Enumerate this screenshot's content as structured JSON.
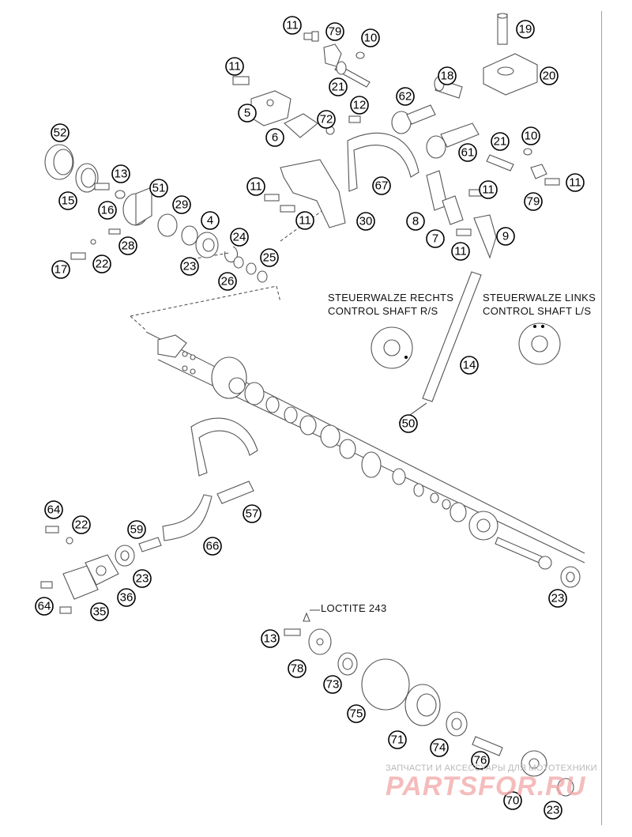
{
  "labels": {
    "loctite": "LOCTITE 243",
    "shaft_right_de": "STEUERWALZE RECHTS",
    "shaft_right_en": "CONTROL SHAFT R/S",
    "shaft_left_de": "STEUERWALZE LINKS",
    "shaft_left_en": "CONTROL SHAFT L/S"
  },
  "watermark": {
    "tagline": "ЗАПЧАСТИ И АКСЕССУАРЫ ДЛЯ МОТОТЕХНИКИ",
    "brand": "PARTSFOR.RU"
  },
  "callouts": [
    "11",
    "79",
    "10",
    "19",
    "20",
    "11",
    "21",
    "18",
    "62",
    "5",
    "12",
    "72",
    "6",
    "61",
    "21",
    "10",
    "52",
    "13",
    "51",
    "15",
    "16",
    "29",
    "11",
    "11",
    "67",
    "30",
    "8",
    "11",
    "79",
    "11",
    "4",
    "28",
    "24",
    "7",
    "9",
    "11",
    "17",
    "22",
    "23",
    "25",
    "26",
    "14",
    "50",
    "57",
    "64",
    "22",
    "59",
    "66",
    "23",
    "64",
    "35",
    "36",
    "23",
    "13",
    "78",
    "73",
    "75",
    "71",
    "74",
    "76",
    "70",
    "23"
  ],
  "colors": {
    "line": "#555555",
    "margin_line": "#f08080",
    "watermark": "#f2a6a6"
  }
}
